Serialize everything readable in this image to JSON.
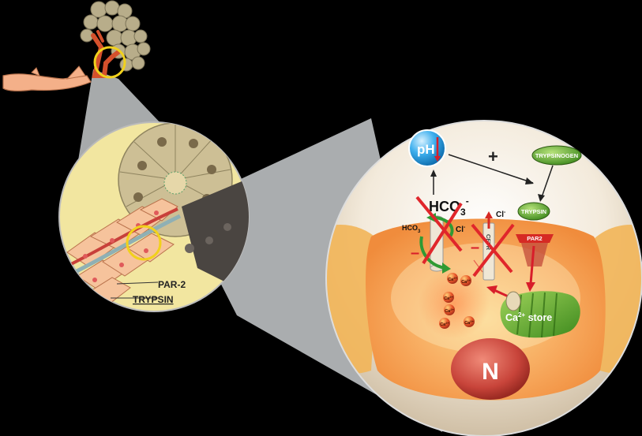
{
  "labels": {
    "par2_left": "PAR-2",
    "trypsin_left": "TRYPSIN",
    "ph": "pH",
    "plus": "+",
    "trypsinogen": "TRYPSINOGEN",
    "trypsin": "TRYPSIN",
    "hco3_main": "HCO",
    "hco3_main_sub": "3",
    "hco3_main_sup": "-",
    "hco3_small": "HCO",
    "hco3_small_sub": "3",
    "cl_small": "Cl",
    "cl_small_sup": "-",
    "cl_top": "Cl",
    "cl_top_sup": "-",
    "cftr": "CFTR",
    "par2": "PAR2",
    "ca_store": "Ca",
    "ca_store_sup": "2+",
    "ca_store_suffix": " store",
    "minus_left": "–",
    "minus_right": "–",
    "nucleus": "N",
    "ca_ion": "Ca",
    "ca_ion_sup": "2+"
  },
  "colors": {
    "background": "#000000",
    "inhibit_cross": "#e0262b",
    "trypsin_green": "#5aa02c",
    "ph_blue": "#2a9fe0",
    "cell_orange": "#f6a25a",
    "nucleus": "#c8443a",
    "zoom_gray": "#b9bcbe",
    "yellow_circle": "#f2e6a0"
  },
  "icons": [
    "pancreas-lobule",
    "pancreatic-duct",
    "acinus",
    "ca-ion",
    "er-store",
    "cftr-channel",
    "par2-receptor",
    "inhibition-cross"
  ]
}
